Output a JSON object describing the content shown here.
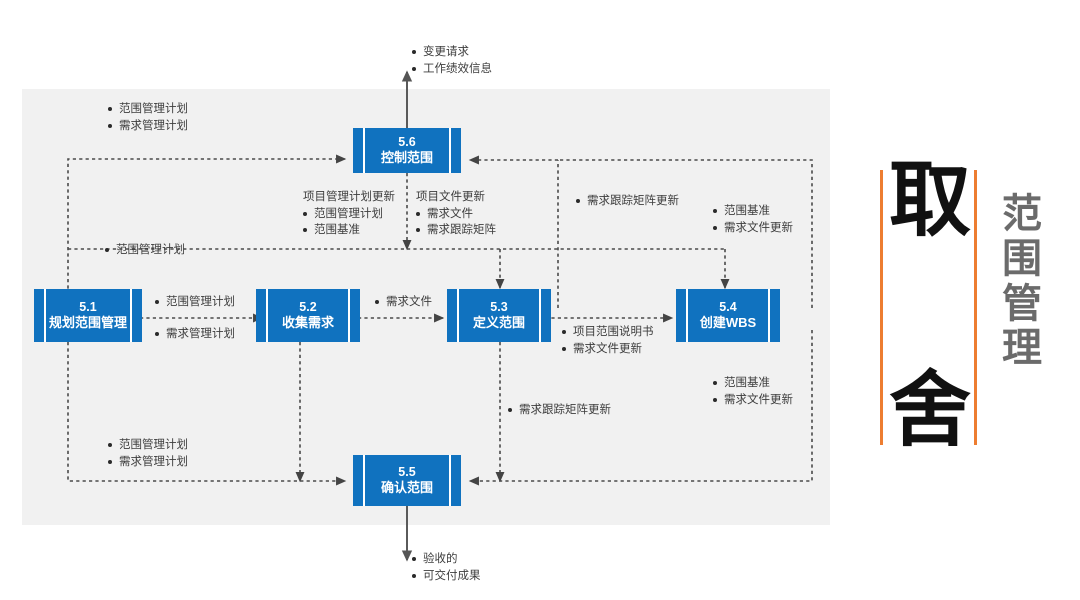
{
  "diagram": {
    "title_block": {
      "big_chars": [
        "取",
        "舍"
      ],
      "sub_chars": [
        "范",
        "围",
        "管",
        "理"
      ],
      "accent_color": "#ed7d31",
      "big_color": "#111111",
      "sub_color": "#6b6b6b"
    },
    "panel_color": "#f1f1f1",
    "box_color": "#1072bf",
    "processes": [
      {
        "id": "5.1",
        "num": "5.1",
        "name": "规划范围管理"
      },
      {
        "id": "5.2",
        "num": "5.2",
        "name": "收集需求"
      },
      {
        "id": "5.3",
        "num": "5.3",
        "name": "定义范围"
      },
      {
        "id": "5.4",
        "num": "5.4",
        "name": "创建WBS"
      },
      {
        "id": "5.5",
        "num": "5.5",
        "name": "确认范围"
      },
      {
        "id": "5.6",
        "num": "5.6",
        "name": "控制范围"
      }
    ],
    "labels": {
      "top_output": [
        "变更请求",
        "工作绩效信息"
      ],
      "plan_to_control": [
        "范围管理计划",
        "需求管理计划"
      ],
      "pm_plan_updates_header": "项目管理计划更新",
      "pm_plan_updates": [
        "范围管理计划",
        "范围基准"
      ],
      "proj_doc_updates_header": "项目文件更新",
      "proj_doc_updates": [
        "需求文件",
        "需求跟踪矩阵"
      ],
      "rtm_update_to_control": "需求跟踪矩阵更新",
      "wbs_to_control": [
        "范围基准",
        "需求文件更新"
      ],
      "scope_plan_single": "范围管理计划",
      "plan_to_collect": [
        "范围管理计划",
        "需求管理计划"
      ],
      "collect_to_define": "需求文件",
      "define_to_wbs": [
        "项目范围说明书",
        "需求文件更新"
      ],
      "wbs_to_validate": [
        "范围基准",
        "需求文件更新"
      ],
      "rtm_update_to_validate": "需求跟踪矩阵更新",
      "plan_to_validate": [
        "范围管理计划",
        "需求管理计划"
      ],
      "bottom_output": [
        "验收的",
        "可交付成果"
      ]
    }
  }
}
